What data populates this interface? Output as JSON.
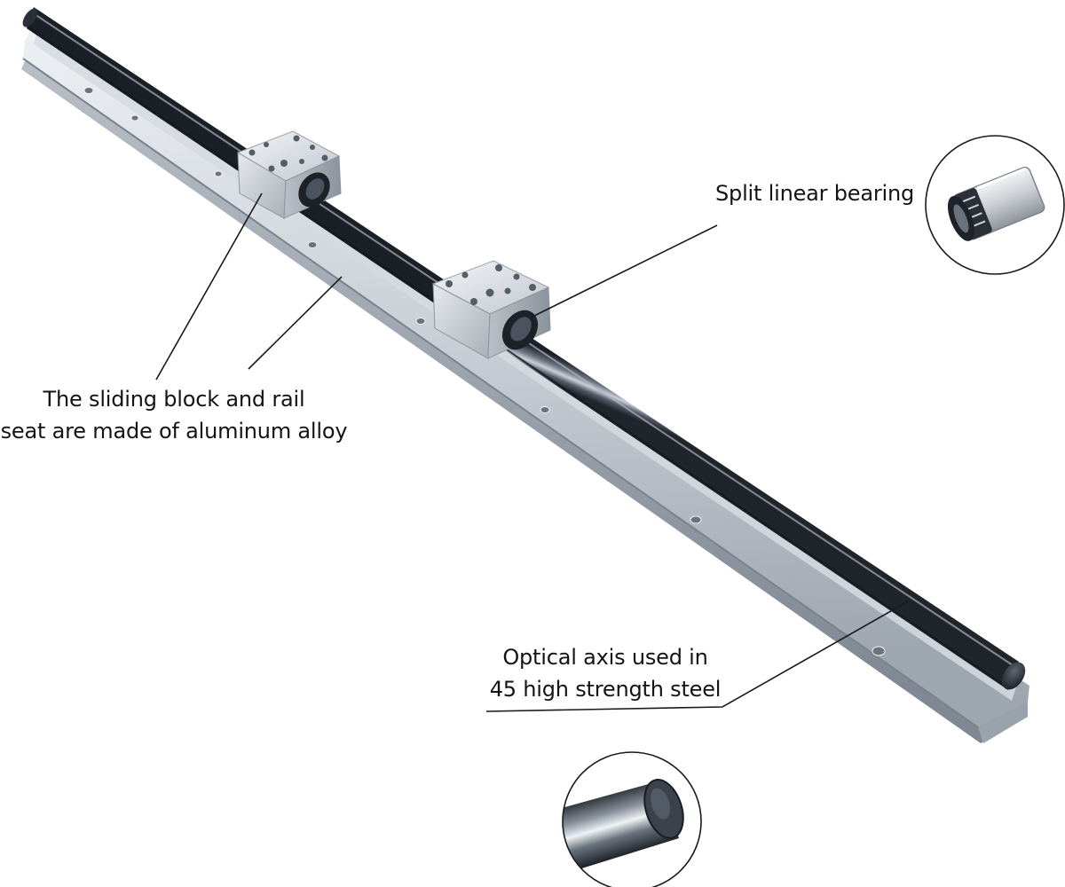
{
  "product": "Linear rail with optical shaft and split linear bearing blocks",
  "callouts": {
    "bearing": {
      "text": "Split linear bearing"
    },
    "block": {
      "line1": "The sliding block and rail",
      "line2": "seat are made of aluminum alloy"
    },
    "shaft": {
      "line1": "Optical axis used in",
      "line2": "45 high strength steel"
    }
  },
  "colors": {
    "background": "#ffffff",
    "text": "#141414",
    "leader_line": "#1a1a1a",
    "rail_aluminum": "#c6ccd3",
    "shaft_steel": "#3e4652",
    "block_aluminum": "#d9dde2"
  }
}
